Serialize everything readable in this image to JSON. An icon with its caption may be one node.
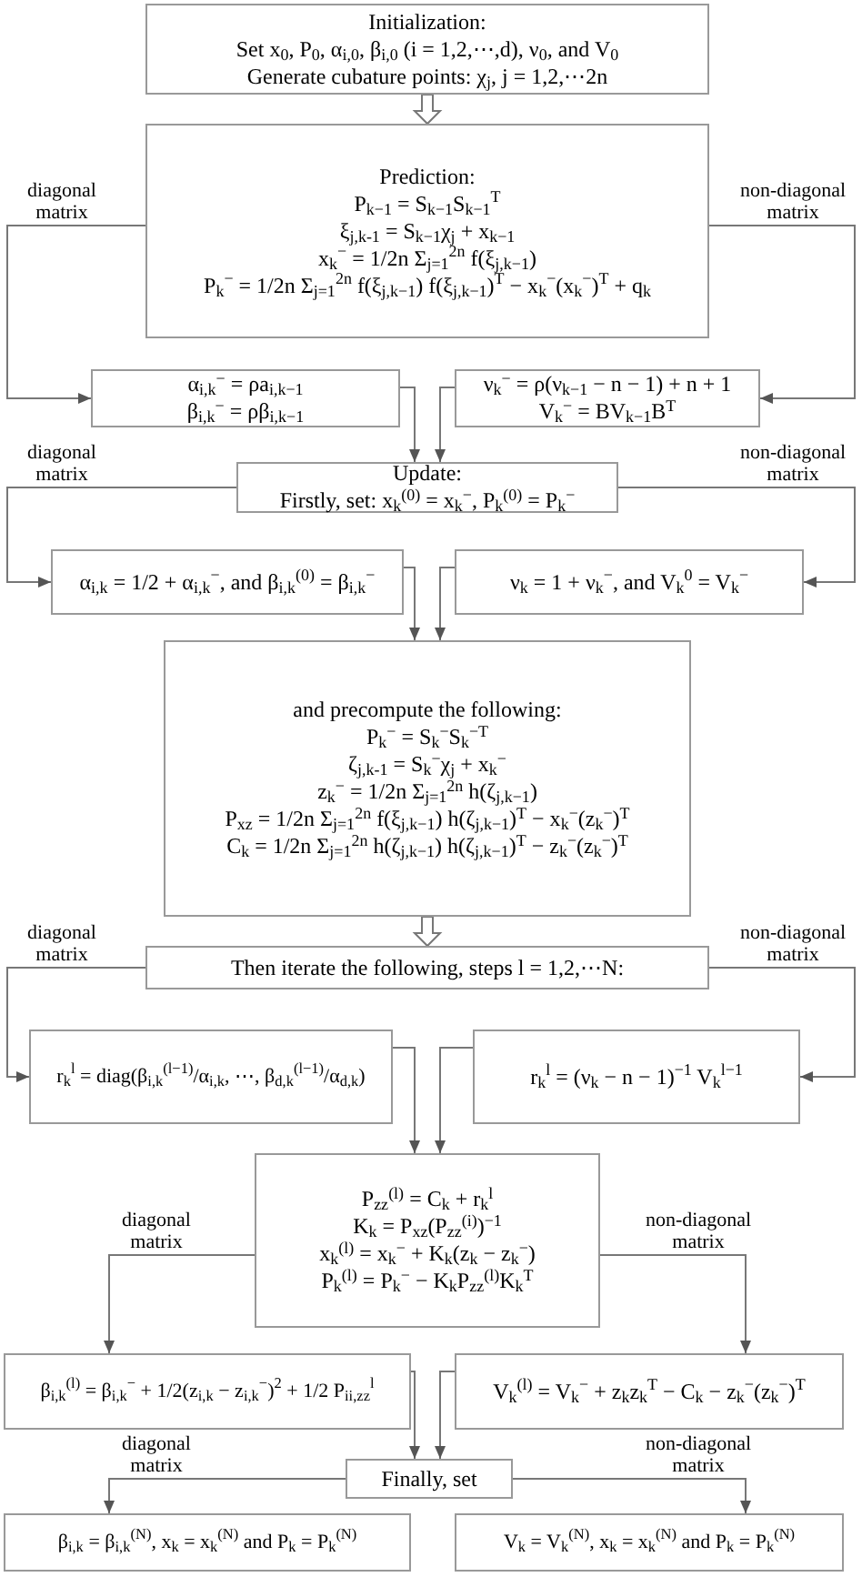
{
  "diagram": {
    "nodes": [
      {
        "text": [
          "Initialization:",
          "Set x$_{0}$, P$_{0}$, α$_{i,0}$, β$_{i,0}$ (i = 1,2,⋯,d), ν$_{0}$, and V$_{0}$",
          "Generate cubature points: χ$_{j}$, j = 1,2,⋯2n"
        ]
      },
      {
        "text": [
          "Prediction:",
          "P$_{k−1}$ = S$_{k−1}$S$_{k−1}$$^{T}$",
          "ξ$_{j,k-1}$ = S$_{k−1}$χ$_{j}$ + x$_{k−1}$",
          "x$_{k}$$^{−}$ = 1/2n Σ$_{j=1}$$^{2n}$ f(ξ$_{j,k−1}$)",
          "P$_{k}$$^{−}$ = 1/2n Σ$_{j=1}$$^{2n}$ f(ξ$_{j,k−1}$) f(ξ$_{j,k−1}$)$^{T}$ − x$_{k}$$^{−}$(x$_{k}$$^{−}$)$^{T}$ + q$_{k}$"
        ]
      },
      {
        "text": [
          "α$_{i,k}$$^{−}$ = ρa$_{i,k−1}$",
          "β$_{i,k}$$^{−}$ = ρβ$_{i,k−1}$"
        ]
      },
      {
        "text": [
          "ν$_{k}$$^{−}$ = ρ(ν$_{k−1}$ − n − 1) + n + 1",
          "V$_{k}$$^{−}$ = BV$_{k−1}$B$^{T}$"
        ]
      },
      {
        "text": [
          "Update:",
          "Firstly, set: x$_{k}$$^{(0)}$ = x$_{k}$$^{−}$, P$_{k}$$^{(0)}$ = P$_{k}$$^{−}$"
        ]
      },
      {
        "text": [
          "α$_{i,k}$ = 1/2 + α$_{i,k}$$^{−}$, and β$_{i,k}$$^{(0)}$ = β$_{i,k}$$^{−}$"
        ]
      },
      {
        "text": [
          "ν$_{k}$ = 1 + ν$_{k}$$^{−}$, and V$_{k}$$^{0}$ = V$_{k}$$^{−}$"
        ]
      },
      {
        "text": [
          "and precompute the following:",
          "P$_{k}$$^{−}$ = S$_{k}$$^{−}$S$_{k}$$^{−T}$",
          "ζ$_{j,k-1}$ = S$_{k}$$^{−}$χ$_{j}$ + x$_{k}$$^{−}$",
          "z$_{k}$$^{−}$ = 1/2n Σ$_{j=1}$$^{2n}$ h(ζ$_{j,k−1}$)",
          "P$_{xz}$ = 1/2n Σ$_{j=1}$$^{2n}$ f(ξ$_{j,k−1}$) h(ζ$_{j,k−1}$)$^{T}$ − x$_{k}$$^{−}$(z$_{k}$$^{−}$)$^{T}$",
          "C$_{k}$ = 1/2n Σ$_{j=1}$$^{2n}$ h(ζ$_{j,k−1}$) h(ζ$_{j,k−1}$)$^{T}$ − z$_{k}$$^{−}$(z$_{k}$$^{−}$)$^{T}$"
        ]
      },
      {
        "text": [
          "Then iterate the following, steps l = 1,2,⋯N:"
        ]
      },
      {
        "text": [
          "r$_{k}$$^{l}$ = diag(β$_{i,k}$$^{(l−1)}$/α$_{i,k}$, ⋯, β$_{d,k}$$^{(l−1)}$/α$_{d,k}$)"
        ]
      },
      {
        "text": [
          "r$_{k}$$^{l}$ = (ν$_{k}$ − n − 1)$^{−1}$ V$_{k}$$^{l−1}$"
        ]
      },
      {
        "text": [
          "P$_{zz}$$^{(l)}$ = C$_{k}$ + r$_{k}$$^{l}$",
          "K$_{k}$ = P$_{xz}$(P$_{zz}$$^{(i)}$)$^{−1}$",
          "x$_{k}$$^{(l)}$ = x$_{k}$$^{−}$ + K$_{k}$(z$_{k}$ − z$_{k}$$^{−}$)",
          "P$_{k}$$^{(l)}$ = P$_{k}$$^{−}$ − K$_{k}$P$_{zz}$$^{(l)}$K$_{k}$$^{T}$"
        ]
      },
      {
        "text": [
          "β$_{i,k}$$^{(l)}$ = β$_{i,k}$$^{−}$ + 1/2(z$_{i,k}$ − z$_{i,k}$$^{−}$)$^{2}$ + 1/2 P$_{ii,zz}$$^{l}$"
        ]
      },
      {
        "text": [
          "V$_{k}$$^{(l)}$ = V$_{k}$$^{−}$ + z$_{k}$z$_{k}$$^{T}$ − C$_{k}$ − z$_{k}$$^{−}$(z$_{k}$$^{−}$)$^{T}$"
        ]
      },
      {
        "text": [
          "Finally, set"
        ]
      },
      {
        "text": [
          "β$_{i,k}$ = β$_{i,k}$$^{(N)}$, x$_{k}$ = x$_{k}$$^{(N)}$ and P$_{k}$ = P$_{k}$$^{(N)}$"
        ]
      },
      {
        "text": [
          "V$_{k}$ = V$_{k}$$^{(N)}$, x$_{k}$ = x$_{k}$$^{(N)}$ and P$_{k}$ = P$_{k}$$^{(N)}$"
        ]
      }
    ],
    "edges": [
      {
        "from": 0,
        "to": 1,
        "arrow": "to"
      },
      {
        "from": 1,
        "to": 2,
        "arrow": "to",
        "label": "diagonal matrix"
      },
      {
        "from": 1,
        "to": 3,
        "arrow": "to",
        "label": "non-diagonal matrix"
      },
      {
        "from": 2,
        "to": 4,
        "arrow": "to"
      },
      {
        "from": 3,
        "to": 4,
        "arrow": "to"
      },
      {
        "from": 4,
        "to": 5,
        "arrow": "to",
        "label": "diagonal matrix"
      },
      {
        "from": 4,
        "to": 6,
        "arrow": "to",
        "label": "non-diagonal matrix"
      },
      {
        "from": 5,
        "to": 7,
        "arrow": "to"
      },
      {
        "from": 6,
        "to": 7,
        "arrow": "to"
      },
      {
        "from": 7,
        "to": 8,
        "arrow": "to"
      },
      {
        "from": 8,
        "to": 9,
        "arrow": "to",
        "label": "diagonal matrix"
      },
      {
        "from": 8,
        "to": 10,
        "arrow": "to",
        "label": "non-diagonal matrix"
      },
      {
        "from": 9,
        "to": 11,
        "arrow": "to"
      },
      {
        "from": 10,
        "to": 11,
        "arrow": "to"
      },
      {
        "from": 11,
        "to": 12,
        "arrow": "to",
        "label": "diagonal matrix"
      },
      {
        "from": 11,
        "to": 13,
        "arrow": "to",
        "label": "non-diagonal matrix"
      },
      {
        "from": 12,
        "to": 14,
        "arrow": "to"
      },
      {
        "from": 13,
        "to": 14,
        "arrow": "to"
      },
      {
        "from": 14,
        "to": 15,
        "arrow": "to",
        "label": "diagonal matrix"
      },
      {
        "from": 14,
        "to": 16,
        "arrow": "to",
        "label": "non-diagonal matrix"
      }
    ]
  }
}
